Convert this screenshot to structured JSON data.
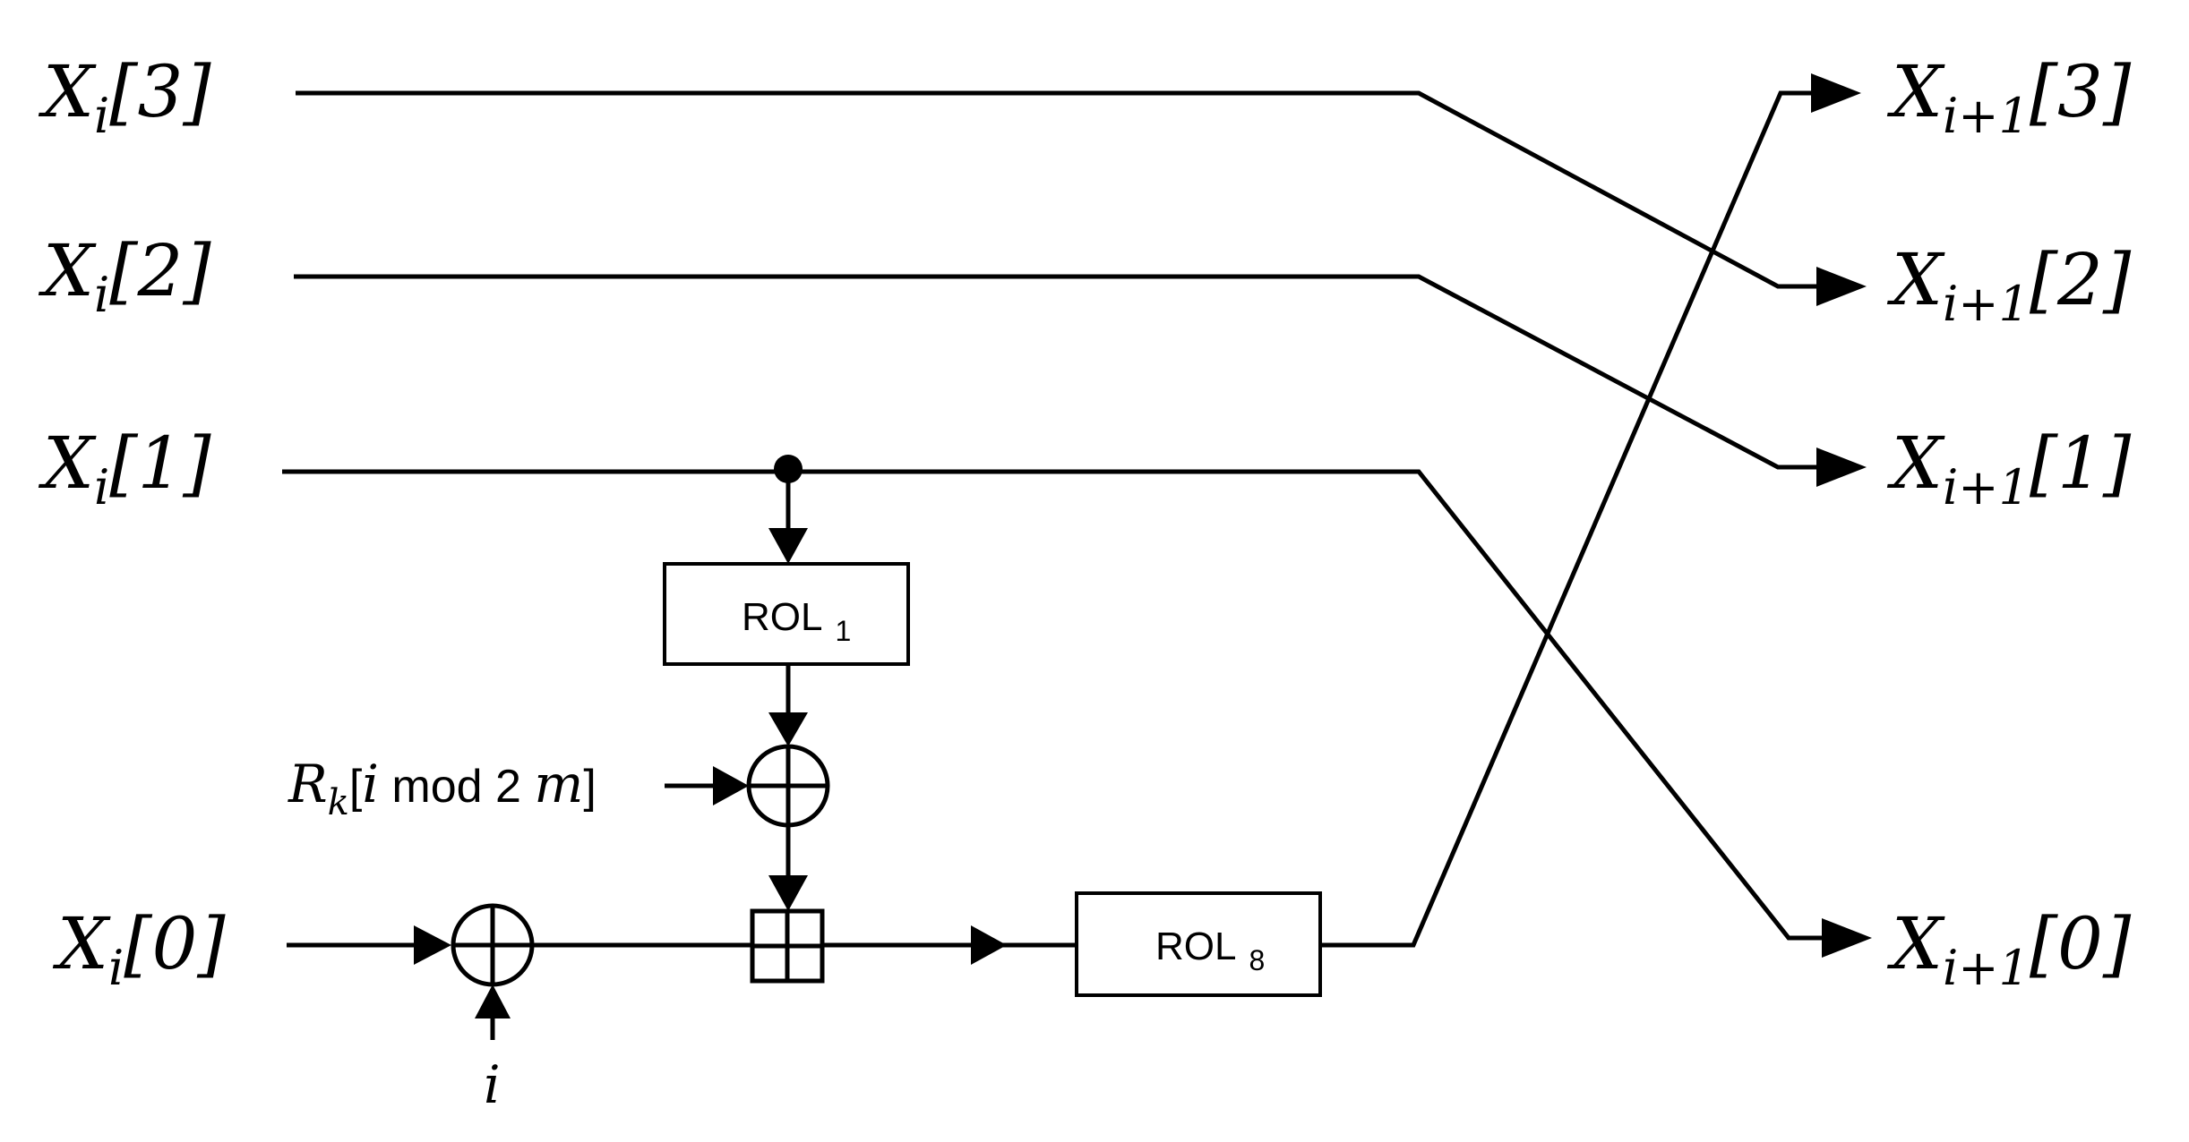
{
  "inputs": [
    {
      "base": "X",
      "sub": "i",
      "index": "[3]"
    },
    {
      "base": "X",
      "sub": "i",
      "index": "[2]"
    },
    {
      "base": "X",
      "sub": "i",
      "index": "[1]"
    },
    {
      "base": "X",
      "sub": "i",
      "index": "[0]"
    }
  ],
  "outputs": [
    {
      "base": "X",
      "sub": "i+1",
      "index": "[3]"
    },
    {
      "base": "X",
      "sub": "i+1",
      "index": "[2]"
    },
    {
      "base": "X",
      "sub": "i+1",
      "index": "[1]"
    },
    {
      "base": "X",
      "sub": "i+1",
      "index": "[0]"
    }
  ],
  "rol1": {
    "label": "ROL",
    "sub": "1"
  },
  "rol8": {
    "label": "ROL",
    "sub": "8"
  },
  "round_key": {
    "base": "R",
    "sub": "k",
    "open": "[",
    "var": "i",
    "text": " mod 2 ",
    "var2": "m",
    "close": "]"
  },
  "counter_label": "i",
  "colors": {
    "line": "#000000",
    "background": "#ffffff"
  }
}
